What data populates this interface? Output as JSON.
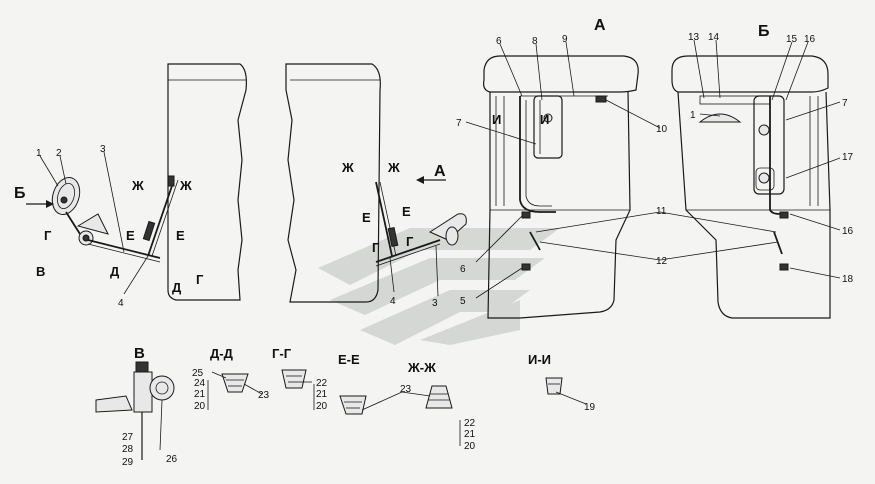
{
  "view_labels": {
    "view_A": "А",
    "view_B": "Б",
    "view_V": "В"
  },
  "arrow_labels": {
    "arrow_B": "Б",
    "arrow_A": "А"
  },
  "sections": {
    "d_d": "Д-Д",
    "g_g": "Г-Г",
    "e_e": "Е-Е",
    "zh_zh": "Ж-Ж",
    "i_i": "И-И"
  },
  "cut_marks": {
    "zh": "Ж",
    "e": "Е",
    "g": "Г",
    "d": "Д",
    "v": "В",
    "i": "И"
  },
  "part_numbers": {
    "p1": "1",
    "p2": "2",
    "p3": "3",
    "p4": "4",
    "p5": "5",
    "p6": "6",
    "p7": "7",
    "p8": "8",
    "p9": "9",
    "p10": "10",
    "p11": "11",
    "p12": "12",
    "p13": "13",
    "p14": "14",
    "p15": "15",
    "p16": "16",
    "p17": "17",
    "p18": "18",
    "p19": "19",
    "p20": "20",
    "p21": "21",
    "p22": "22",
    "p23": "23",
    "p24": "24",
    "p25": "25",
    "p26": "26",
    "p27": "27",
    "p28": "28",
    "p29": "29"
  },
  "colors": {
    "line": "#1a1a1a",
    "background": "#f4f4f2",
    "watermark": "#9aa49a"
  },
  "watermark_icon": "logo-watermark"
}
